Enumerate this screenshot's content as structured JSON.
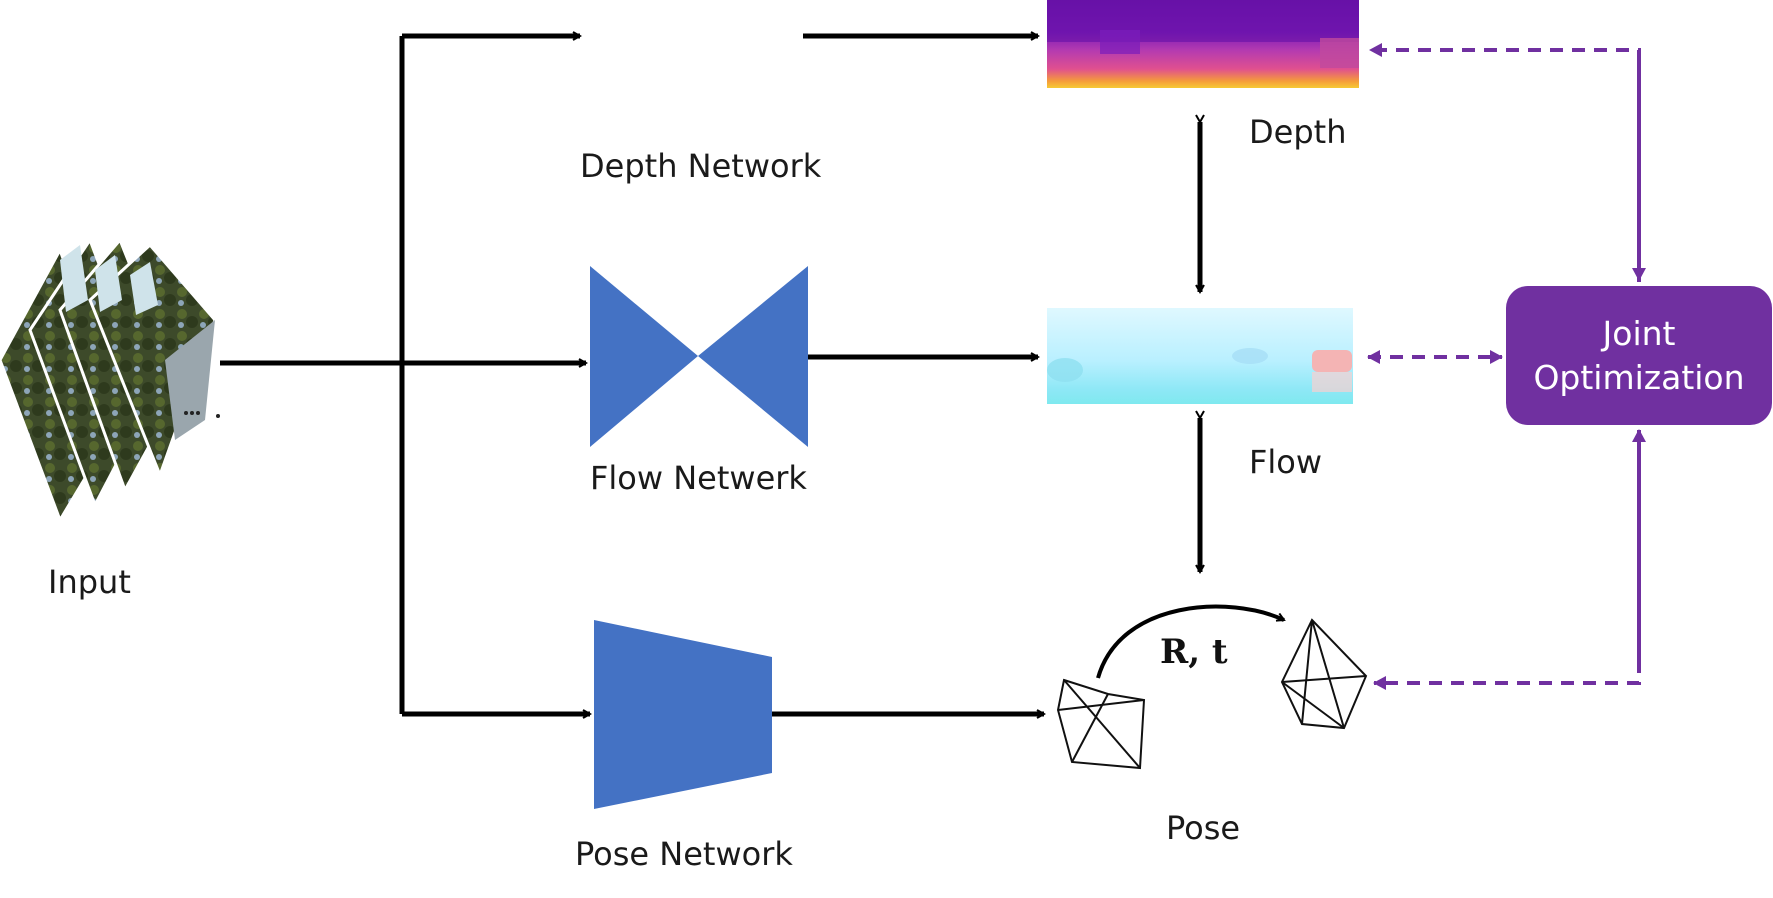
{
  "labels": {
    "input": "Input",
    "depth_network": "Depth Network",
    "flow_network": "Flow Netwerk",
    "pose_network": "Pose Network",
    "depth": "Depth",
    "flow": "Flow",
    "pose": "Pose",
    "joint_line1": "Joint",
    "joint_line2": "Optimization",
    "pose_transform": "R, t"
  },
  "colors": {
    "network_blue": "#4472c4",
    "joint_purple": "#7030a0",
    "arrow_black": "#000000",
    "dashed_purple": "#7030a0"
  },
  "icons": {
    "input_frames": "stacked-video-frames-image",
    "depth_map": "depth-map-image",
    "flow_map": "optical-flow-image",
    "camera_pose": "camera-frustum-wireframe-icon"
  }
}
